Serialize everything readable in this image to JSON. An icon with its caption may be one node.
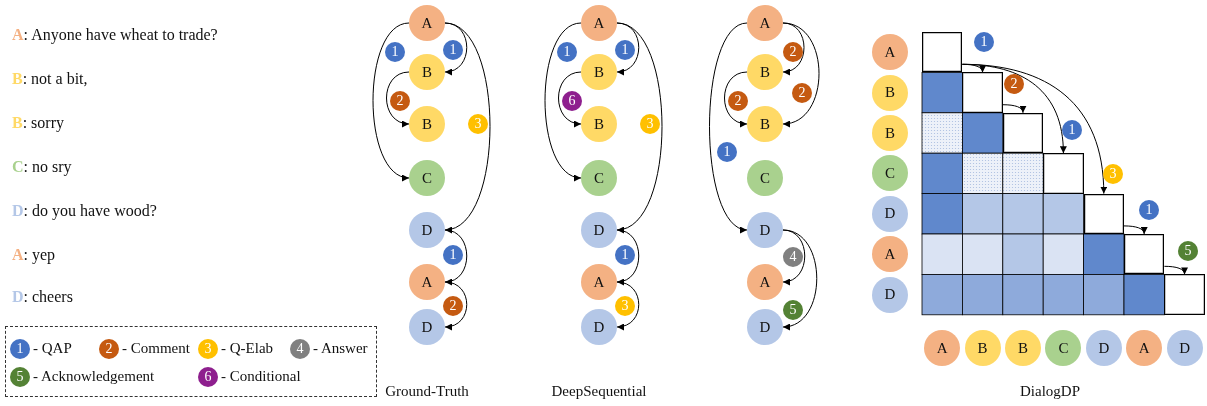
{
  "diagram": {
    "nodes": [
      {
        "text": [
          "A"
        ]
      },
      {
        "text": [
          "B"
        ]
      },
      {
        "text": [
          "B"
        ]
      },
      {
        "text": [
          "C"
        ]
      },
      {
        "text": [
          "D"
        ]
      },
      {
        "text": [
          "A"
        ]
      },
      {
        "text": [
          "D"
        ]
      },
      {
        "text": [
          "A"
        ]
      },
      {
        "text": [
          "B"
        ]
      },
      {
        "text": [
          "B"
        ]
      },
      {
        "text": [
          "C"
        ]
      },
      {
        "text": [
          "D"
        ]
      },
      {
        "text": [
          "A"
        ]
      },
      {
        "text": [
          "D"
        ]
      },
      {
        "text": [
          "A"
        ]
      },
      {
        "text": [
          "B"
        ]
      },
      {
        "text": [
          "B"
        ]
      },
      {
        "text": [
          "C"
        ]
      },
      {
        "text": [
          "D"
        ]
      },
      {
        "text": [
          "A"
        ]
      },
      {
        "text": [
          "D"
        ]
      },
      {
        "text": [
          "A"
        ]
      },
      {
        "text": [
          "B"
        ]
      },
      {
        "text": [
          "B"
        ]
      },
      {
        "text": [
          "C"
        ]
      },
      {
        "text": [
          "D"
        ]
      },
      {
        "text": [
          "A"
        ]
      },
      {
        "text": [
          "D"
        ]
      },
      {
        "text": [],
        "shape": "box"
      },
      {
        "text": [],
        "shape": "box"
      },
      {
        "text": [],
        "shape": "box"
      },
      {
        "text": [],
        "shape": "box"
      },
      {
        "text": [],
        "shape": "box"
      },
      {
        "text": [],
        "shape": "box"
      },
      {
        "text": [],
        "shape": "box"
      },
      {
        "text": [
          "A"
        ]
      },
      {
        "text": [
          "B"
        ]
      },
      {
        "text": [
          "B"
        ]
      },
      {
        "text": [
          "C"
        ]
      },
      {
        "text": [
          "D"
        ]
      },
      {
        "text": [
          "A"
        ]
      },
      {
        "text": [
          "D"
        ]
      }
    ],
    "edges": [
      {
        "from": 0,
        "to": 1,
        "arrow": "to",
        "label": "1"
      },
      {
        "from": 0,
        "to": 3,
        "arrow": "to",
        "label": "1"
      },
      {
        "from": 1,
        "to": 2,
        "arrow": "to",
        "label": "2"
      },
      {
        "from": 0,
        "to": 4,
        "arrow": "to",
        "label": "3"
      },
      {
        "from": 4,
        "to": 5,
        "arrow": "to",
        "label": "1"
      },
      {
        "from": 5,
        "to": 6,
        "arrow": "to",
        "label": "2"
      },
      {
        "from": 7,
        "to": 8,
        "arrow": "to",
        "label": "1"
      },
      {
        "from": 7,
        "to": 10,
        "arrow": "to",
        "label": "1"
      },
      {
        "from": 8,
        "to": 9,
        "arrow": "to",
        "label": "6"
      },
      {
        "from": 7,
        "to": 11,
        "arrow": "to",
        "label": "3"
      },
      {
        "from": 11,
        "to": 12,
        "arrow": "to",
        "label": "1"
      },
      {
        "from": 12,
        "to": 13,
        "arrow": "to",
        "label": "3"
      },
      {
        "from": 14,
        "to": 15,
        "arrow": "to",
        "label": "2"
      },
      {
        "from": 14,
        "to": 16,
        "arrow": "to",
        "label": "2"
      },
      {
        "from": 15,
        "to": 16,
        "arrow": "to",
        "label": "2"
      },
      {
        "from": 14,
        "to": 18,
        "arrow": "to",
        "label": "1"
      },
      {
        "from": 18,
        "to": 19,
        "arrow": "to",
        "label": "4"
      },
      {
        "from": 18,
        "to": 20,
        "arrow": "to",
        "label": "5"
      },
      {
        "from": 28,
        "to": 29,
        "arrow": "to",
        "label": "1"
      },
      {
        "from": 29,
        "to": 30,
        "arrow": "to",
        "label": "2"
      },
      {
        "from": 28,
        "to": 31,
        "arrow": "to",
        "label": "1"
      },
      {
        "from": 28,
        "to": 32,
        "arrow": "to",
        "label": "3"
      },
      {
        "from": 32,
        "to": 33,
        "arrow": "to",
        "label": "1"
      },
      {
        "from": 33,
        "to": 34,
        "arrow": "to",
        "label": "5"
      }
    ],
    "labels": [
      "A: Anyone have wheat to trade?",
      "B: not a bit,",
      "B: sorry",
      "C: no sry",
      "D: do you have wood?",
      "A: yep",
      "D: cheers",
      "Ground-Truth",
      "DeepSequential",
      "DialogDP"
    ],
    "legend": [
      {
        "text": "1 - QAP",
        "color": "#4472c4"
      },
      {
        "text": "2 - Comment",
        "color": "#c55a11"
      },
      {
        "text": "3 - Q-Elab",
        "color": "#ffc000"
      },
      {
        "text": "4 - Answer",
        "color": "#808080"
      },
      {
        "text": "5 - Acknowledgement",
        "color": "#548235"
      },
      {
        "text": "6 - Conditional",
        "color": "#8e1f8e"
      }
    ]
  }
}
